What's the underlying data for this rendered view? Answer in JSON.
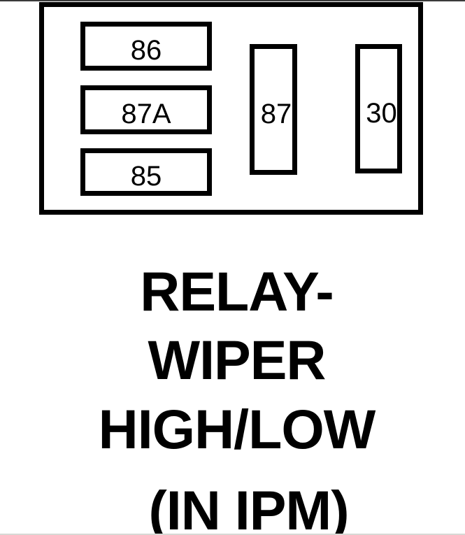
{
  "page": {
    "background": "#ffffff",
    "ink_color": "#000000",
    "top_edge_color": "#3a3a3a",
    "bottom_edge_color": "#d8d8d4"
  },
  "relay": {
    "pins": [
      {
        "id": "86",
        "label": "86",
        "orientation": "horizontal"
      },
      {
        "id": "87A",
        "label": "87A",
        "orientation": "horizontal"
      },
      {
        "id": "85",
        "label": "85",
        "orientation": "horizontal"
      },
      {
        "id": "87",
        "label": "87",
        "orientation": "vertical"
      },
      {
        "id": "30",
        "label": "30",
        "orientation": "vertical"
      }
    ]
  },
  "caption": {
    "lines": [
      {
        "text": "RELAY-"
      },
      {
        "text": "WIPER"
      },
      {
        "text": "HIGH/LOW"
      },
      {
        "text": "(IN IPM)"
      }
    ]
  }
}
